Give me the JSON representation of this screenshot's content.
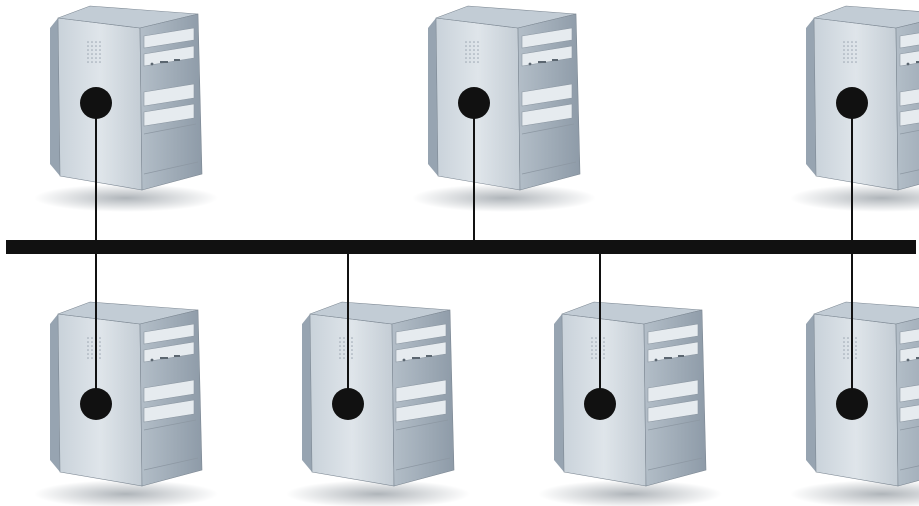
{
  "diagram": {
    "type": "bus-topology",
    "colors": {
      "background": "#ffffff",
      "bus": "#111111",
      "node_dot": "#111111",
      "case_front": "#d3dbe2",
      "case_side": "#97a4b1",
      "case_top": "#c2ccd5",
      "case_outline": "#7d8893",
      "drive_bay": "#e6ebef",
      "shadow": "#6e7881"
    },
    "icon": "desktop-tower-computer-icon",
    "bus_label": "",
    "nodes": [
      {
        "id": "computer-1",
        "row": "top",
        "icon": "desktop-tower-computer-icon"
      },
      {
        "id": "computer-2",
        "row": "top",
        "icon": "desktop-tower-computer-icon"
      },
      {
        "id": "computer-3",
        "row": "top",
        "icon": "desktop-tower-computer-icon"
      },
      {
        "id": "computer-4",
        "row": "bottom",
        "icon": "desktop-tower-computer-icon"
      },
      {
        "id": "computer-5",
        "row": "bottom",
        "icon": "desktop-tower-computer-icon"
      },
      {
        "id": "computer-6",
        "row": "bottom",
        "icon": "desktop-tower-computer-icon"
      },
      {
        "id": "computer-7",
        "row": "bottom",
        "icon": "desktop-tower-computer-icon"
      }
    ]
  }
}
